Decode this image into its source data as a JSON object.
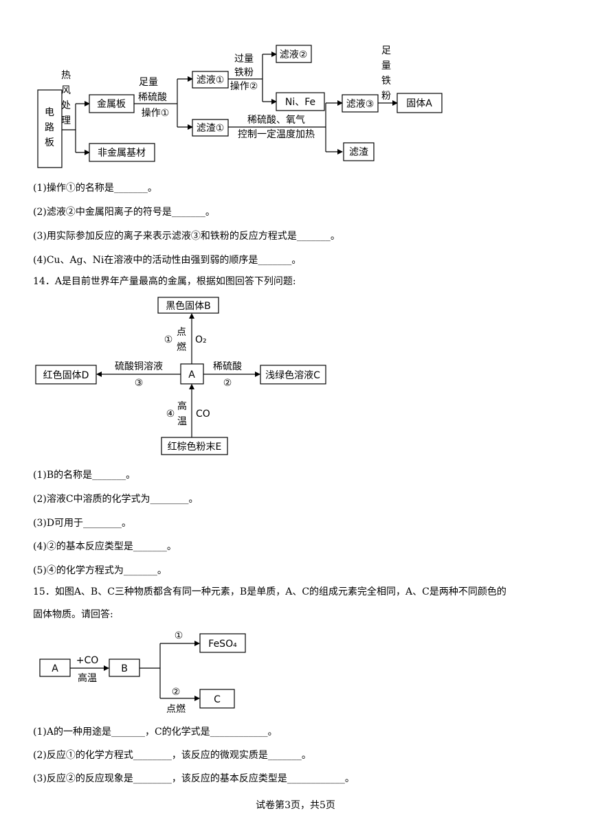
{
  "diagram1": {
    "circuit_board": [
      "电",
      "路",
      "板"
    ],
    "hot_air": [
      "热",
      "风",
      "处",
      "理"
    ],
    "metal_plate": "金属板",
    "nonmetal_base": "非金属基材",
    "acid_lines": [
      "足量",
      "稀硫酸",
      "操作①"
    ],
    "filtrate1": "滤液①",
    "residue1": "滤渣①",
    "iron_lines": [
      "过量",
      "铁粉",
      "操作②"
    ],
    "filtrate2": "滤液②",
    "ni_fe": "Ni、Fe",
    "oxy_lines": [
      "稀硫酸、氧气",
      "控制一定温度加热"
    ],
    "filtrate3": "滤液③",
    "residue": "滤渣",
    "iron_vertical": [
      "足",
      "量",
      "铁",
      "粉"
    ],
    "solid_a": "固体A"
  },
  "q13": [
    "(1)操作①的名称是_______。",
    "(2)滤液②中金属阳离子的符号是_______。",
    "(3)用实际参加反应的离子来表示滤液③和铁粉的反应方程式是_______。",
    "(4)Cu、Ag、Ni在溶液中的活动性由强到弱的顺序是_______。"
  ],
  "q14_stem": "14．A是目前世界年产量最高的金属，根据如图回答下列问题:",
  "diagram2": {
    "black_solid_b": "黑色固体B",
    "num1": "①",
    "ignite": [
      "点",
      "燃"
    ],
    "o2": "O₂",
    "red_solid_d": "红色固体D",
    "copper_sulfate": "硫酸铜溶液",
    "num3": "③",
    "a": "A",
    "dilute_acid": "稀硫酸",
    "num2": "②",
    "light_green_c": "浅绿色溶液C",
    "num4": "④",
    "high_temp": [
      "高",
      "温"
    ],
    "co": "CO",
    "red_brown_e": "红棕色粉末E"
  },
  "q14": [
    "(1)B的名称是_______。",
    "(2)溶液C中溶质的化学式为________。",
    "(3)D可用于________。",
    "(4)②的基本反应类型是_______。",
    "(5)④的化学方程式为_______。"
  ],
  "q15_stem": [
    "15．如图A、B、C三种物质都含有同一种元素，B是单质，A、C的组成元素完全相同，A、C是两种不同颜色的",
    "固体物质。请回答:"
  ],
  "diagram3": {
    "a": "A",
    "plus_co": "+CO",
    "high_temp": "高温",
    "b": "B",
    "num1": "①",
    "feso4": "FeSO₄",
    "num2": "②",
    "ignite": "点燃",
    "c": "C"
  },
  "q15": [
    "(1)A的一种用途是_______，C的化学式是____________。",
    "(2)反应①的化学方程式________，该反应的微观实质是_______。",
    "(3)反应②的反应现象是________，该反应的基本反应类型是____________。"
  ],
  "footer": "试卷第3页，共5页"
}
